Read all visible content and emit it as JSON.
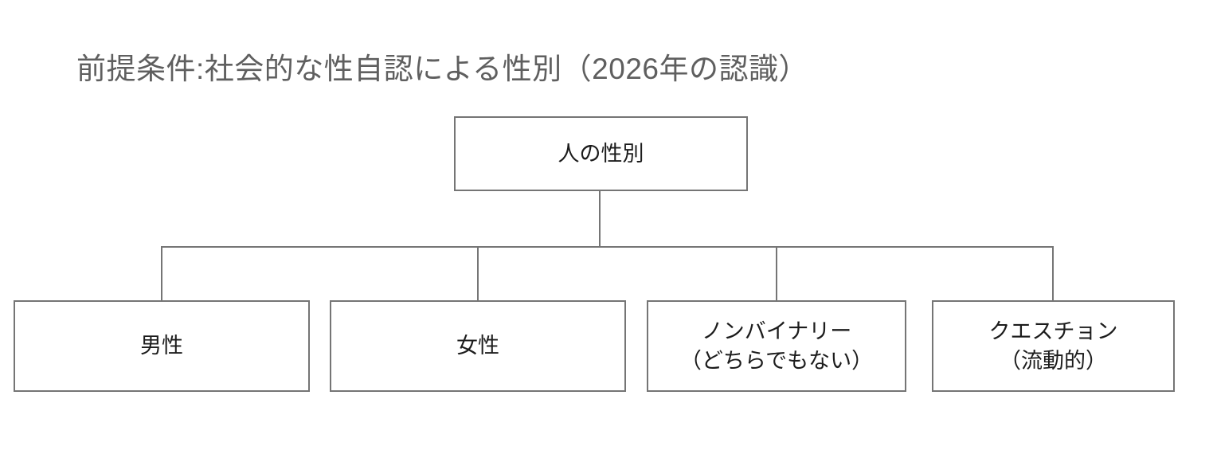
{
  "diagram": {
    "title": "前提条件:社会的な性自認による性別（2026年の認識）",
    "root": {
      "label": "人の性別"
    },
    "children": [
      {
        "label": "男性",
        "lines": [
          "男性"
        ]
      },
      {
        "label": "女性",
        "lines": [
          "女性"
        ]
      },
      {
        "label": "ノンバイナリー（どちらでもない）",
        "lines": [
          "ノンバイナリー",
          "（どちらでもない）"
        ]
      },
      {
        "label": "クエスチョン（流動的）",
        "lines": [
          "クエスチョン",
          "（流動的）"
        ]
      }
    ],
    "colors": {
      "background": "#ffffff",
      "title_text": "#5f5f5f",
      "node_border": "#757575",
      "node_text": "#1c1c1c",
      "connector": "#757575"
    }
  }
}
